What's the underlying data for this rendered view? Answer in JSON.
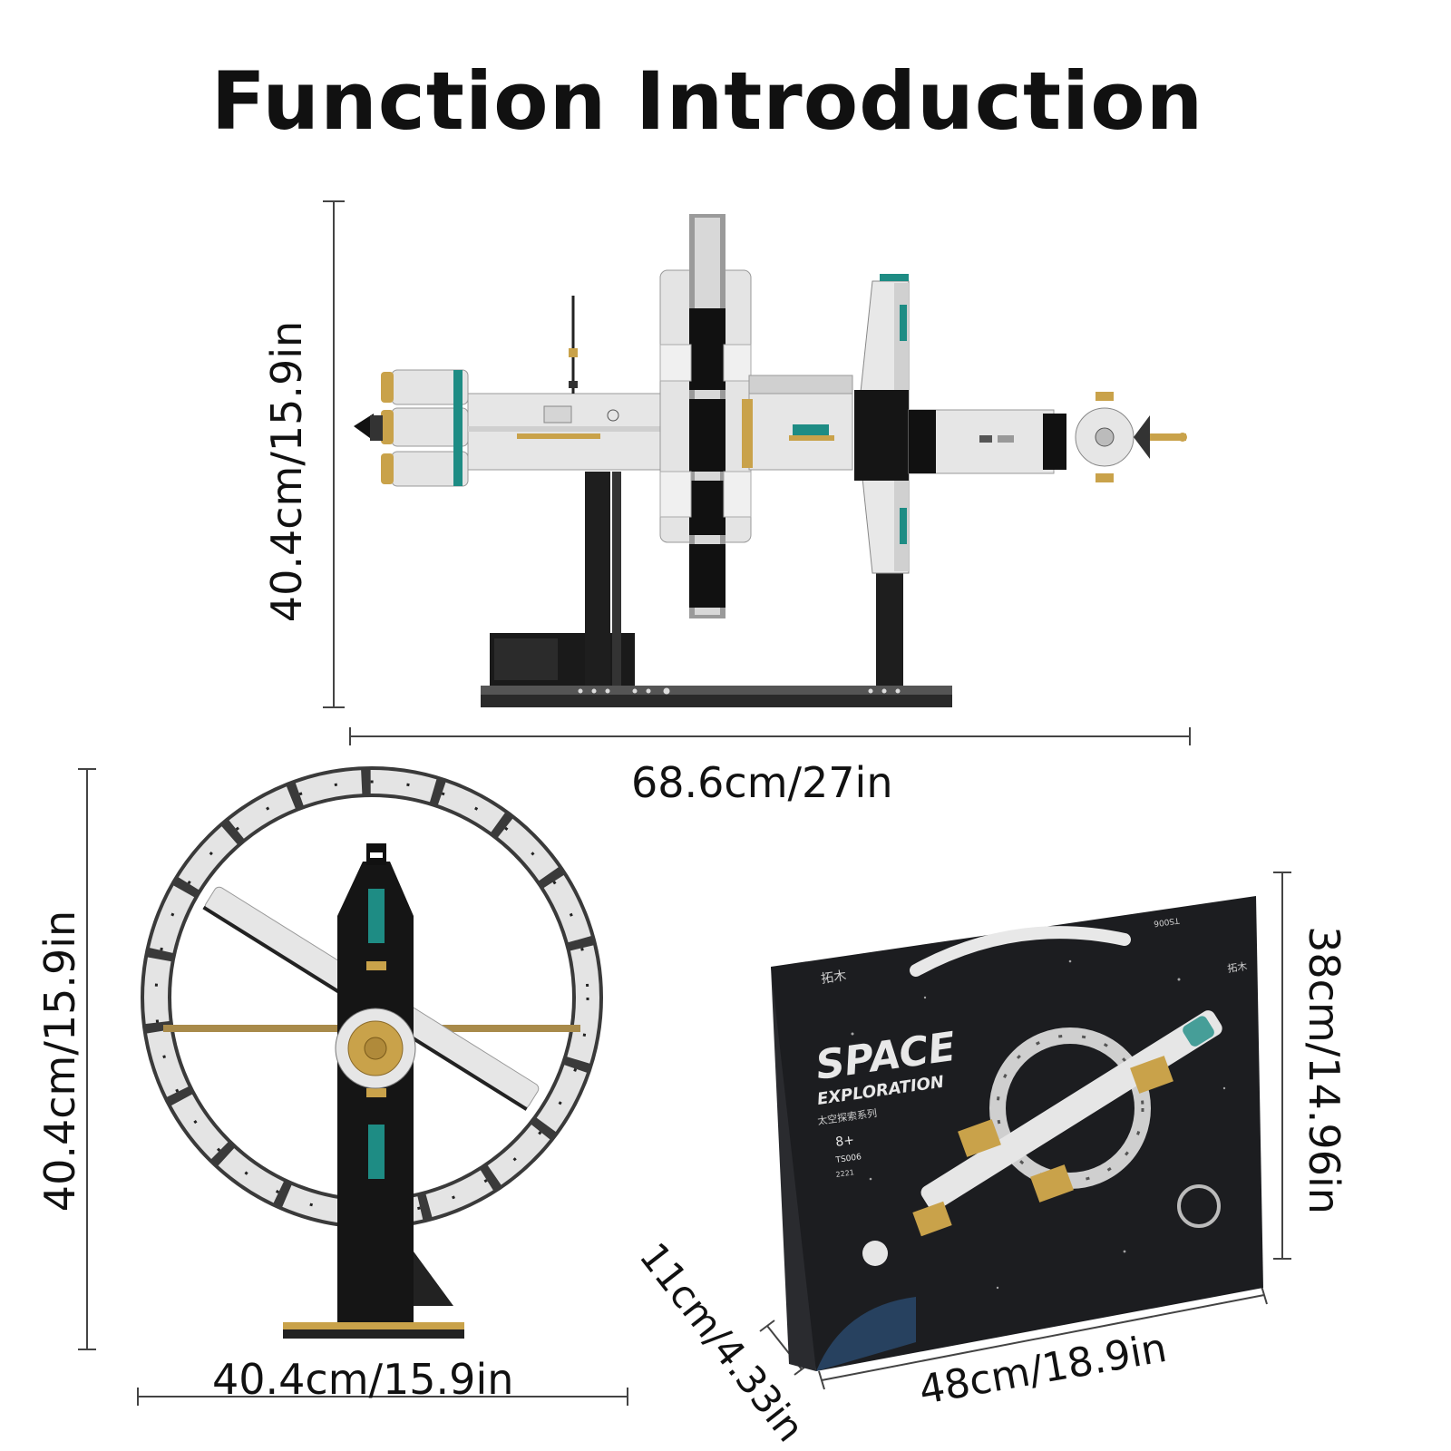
{
  "title": "Function Introduction",
  "side_view": {
    "height_label": "40.4cm/15.9in",
    "width_label": "68.6cm/27in"
  },
  "front_view": {
    "height_label": "40.4cm/15.9in",
    "width_label": "40.4cm/15.9in"
  },
  "box": {
    "height_label": "38cm/14.96in",
    "depth_label": "11cm/4.33in",
    "width_label": "48cm/18.9in",
    "brand_line1": "SPACE",
    "brand_line2": "EXPLORATION",
    "subtitle_cn": "太空探索系列",
    "age": "8+",
    "model": "TS006",
    "pieces": "2221",
    "logo_cn": "拓木",
    "spine_model": "TS006"
  },
  "colors": {
    "box_dark": "#1c1d20",
    "module_white": "#e6e6e6",
    "gold": "#c9a24a",
    "teal": "#1e8c84",
    "black": "#121212"
  }
}
